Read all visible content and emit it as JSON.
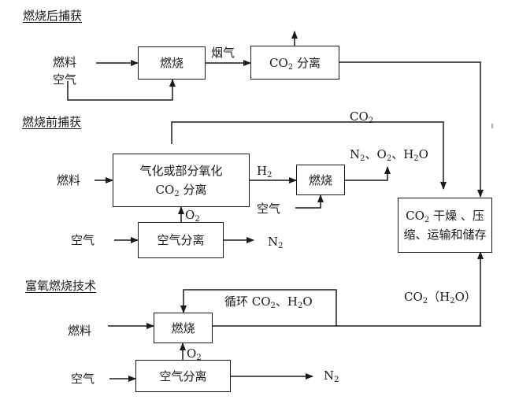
{
  "sections": {
    "post": {
      "heading": "燃烧后捕获",
      "input_fuel": "燃料",
      "input_air": "空气",
      "combustion_box": "燃烧",
      "flue_gas_label": "烟气",
      "separation_box": {
        "prefix": "CO",
        "sub": "2",
        "suffix": " 分离"
      }
    },
    "pre": {
      "heading": "燃烧前捕获",
      "input_fuel": "燃料",
      "input_air": "空气",
      "gasification_box": {
        "line1": "气化或部分氧化",
        "line2_prefix": "CO",
        "line2_sub": "2",
        "line2_suffix": " 分离"
      },
      "co2_label": {
        "prefix": "CO",
        "sub": "2"
      },
      "h2_label": {
        "prefix": "H",
        "sub": "2"
      },
      "o2_label": {
        "prefix": "O",
        "sub": "2"
      },
      "combustion_box": "燃烧",
      "combustion_air": "空气",
      "exhaust_label": {
        "n": "N",
        "n_sub": "2",
        "sep1": "、O",
        "o_sub": "2",
        "sep2": "、H",
        "h_sub": "2",
        "end": "O"
      },
      "air_separation_box": "空气分离",
      "n2_label": {
        "prefix": "N",
        "sub": "2"
      }
    },
    "oxy": {
      "heading": "富氧燃烧技术",
      "input_fuel": "燃料",
      "input_air": "空气",
      "combustion_box": "燃烧",
      "recycle_label": {
        "prefix": "循环 CO",
        "sub": "2",
        "mid": "、H",
        "sub2": "2",
        "end": "O"
      },
      "o2_label": {
        "prefix": "O",
        "sub": "2"
      },
      "air_separation_box": "空气分离",
      "n2_label": {
        "prefix": "N",
        "sub": "2"
      },
      "output_label": {
        "prefix": "CO",
        "sub": "2",
        "mid": "（H",
        "sub2": "2",
        "end": "O）"
      }
    },
    "storage": {
      "box_line1_prefix": "CO",
      "box_line1_sub": "2",
      "box_line1_suffix": " 干燥 、压",
      "box_line2": "缩、运输和储存"
    }
  }
}
